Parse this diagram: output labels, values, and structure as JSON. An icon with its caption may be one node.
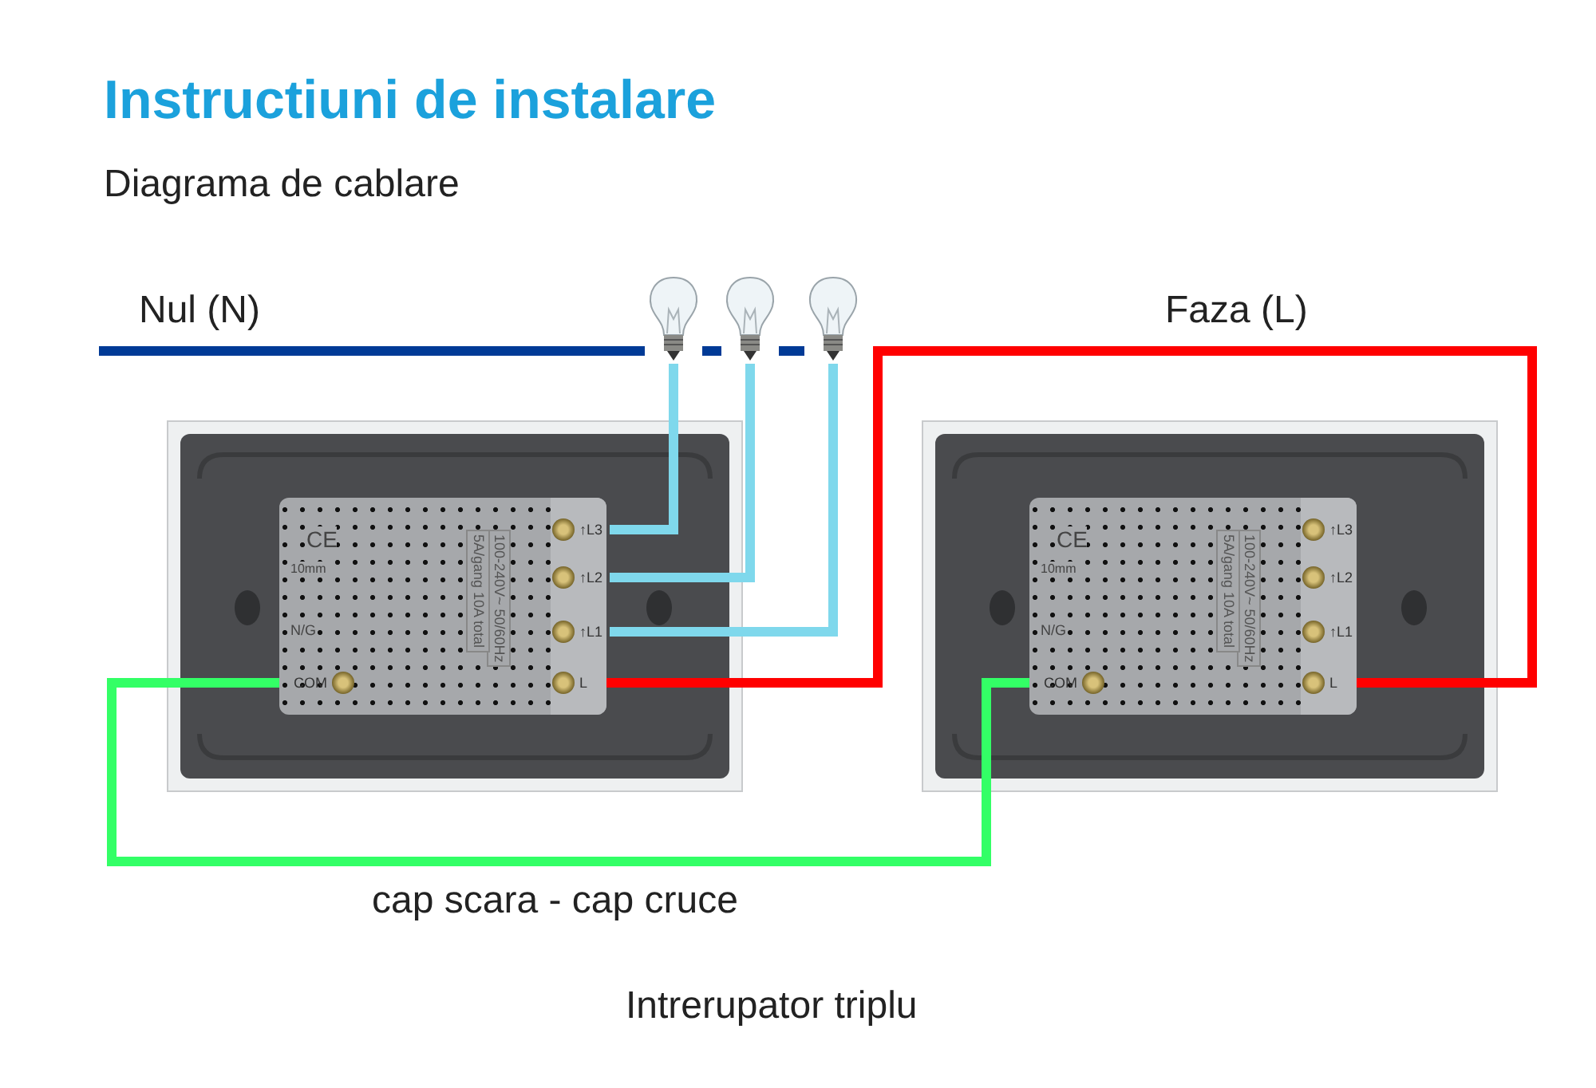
{
  "diagram": {
    "title": "Instructiuni de instalare",
    "caption": "Intrerupator triplu",
    "nodes": [
      {
        "text": [
          "100-240V~ 50/60Hz",
          "5A/gang 10A total"
        ]
      },
      {
        "text": [
          "↑L3"
        ],
        "in": 0
      },
      {
        "text": [
          "↑L2"
        ],
        "in": 0
      },
      {
        "text": [
          "↑L1"
        ],
        "in": 0
      },
      {
        "text": [
          "L"
        ],
        "in": 0
      },
      {
        "text": [
          "COM"
        ],
        "in": 0
      },
      {
        "text": [
          "100-240V~ 50/60Hz",
          "5A/gang 10A total"
        ]
      },
      {
        "text": [
          "↑L3"
        ],
        "in": 6
      },
      {
        "text": [
          "↑L2"
        ],
        "in": 6
      },
      {
        "text": [
          "↑L1"
        ],
        "in": 6
      },
      {
        "text": [
          "L"
        ],
        "in": 6
      },
      {
        "text": [
          "COM"
        ],
        "in": 6
      },
      {
        "text": [],
        "shape": "bulb"
      },
      {
        "text": [],
        "shape": "bulb"
      },
      {
        "text": [],
        "shape": "bulb"
      }
    ],
    "edges": [
      {
        "from": null,
        "to": 12,
        "arrow": "none",
        "color": "#003a96"
      },
      {
        "from": 12,
        "to": 13,
        "arrow": "none",
        "color": "#003a96"
      },
      {
        "from": 13,
        "to": 14,
        "arrow": "none",
        "color": "#003a96"
      },
      {
        "from": 12,
        "to": 1,
        "arrow": "none",
        "color": "#7fd8ec"
      },
      {
        "from": 13,
        "to": 2,
        "arrow": "none",
        "color": "#7fd8ec"
      },
      {
        "from": 14,
        "to": 3,
        "arrow": "none",
        "color": "#7fd8ec"
      },
      {
        "from": 4,
        "to": 10,
        "arrow": "none",
        "color": "#ff0000"
      },
      {
        "from": 5,
        "to": 11,
        "arrow": "none",
        "color": "#33ff66"
      }
    ],
    "labels": [
      "Diagrama de cablare",
      "Nul (N)",
      "Faza (L)",
      "CE",
      "10mm",
      "N/G",
      "CE",
      "10mm",
      "N/G",
      "cap scara - cap cruce"
    ]
  }
}
